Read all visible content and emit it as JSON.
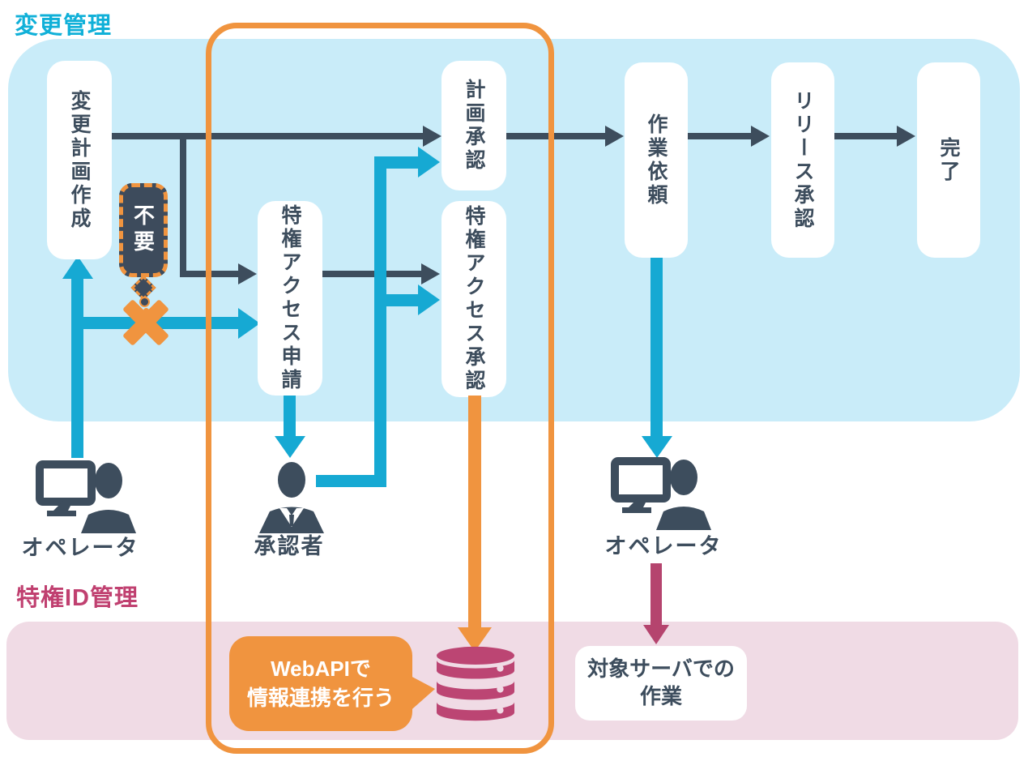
{
  "sections": {
    "change_management": {
      "label": "変更管理",
      "band_color": "#c9ecf9",
      "label_color": "#10b0d8"
    },
    "privileged_id_management": {
      "label": "特権ID管理",
      "band_color": "#f0dbe5",
      "label_color": "#c04070"
    }
  },
  "steps": [
    {
      "id": "change-plan-create",
      "label": "変更計画作成"
    },
    {
      "id": "privileged-access-request",
      "label": "特権アクセス申請"
    },
    {
      "id": "plan-approval",
      "label": "計画承認"
    },
    {
      "id": "privileged-access-approval",
      "label": "特権アクセス承認"
    },
    {
      "id": "work-request",
      "label": "作業依頼"
    },
    {
      "id": "release-approval",
      "label": "リリース承認"
    },
    {
      "id": "complete",
      "label": "完了"
    }
  ],
  "actors": [
    {
      "id": "operator-left",
      "label": "オペレータ",
      "icon": "operator-with-monitor-icon"
    },
    {
      "id": "approver",
      "label": "承認者",
      "icon": "approver-person-icon"
    },
    {
      "id": "operator-right",
      "label": "オペレータ",
      "icon": "operator-with-monitor-icon"
    }
  ],
  "annotations": {
    "not_required": {
      "label": "不要"
    },
    "webapi_callout": {
      "line1": "WebAPIで",
      "line2": "情報連携を行う"
    },
    "target_server": {
      "line1": "対象サーバでの",
      "line2": "作業"
    }
  },
  "icons": {
    "database": "database-icon",
    "cross": "cross-mark-icon"
  },
  "colors": {
    "dark_slate": "#3d4d5d",
    "cyan_arrow": "#16a9d3",
    "orange": "#f0943f",
    "magenta": "#b5446e",
    "database_magenta": "#bc4573",
    "blue_band": "#c9ecf9",
    "pink_band": "#f0dbe5"
  }
}
